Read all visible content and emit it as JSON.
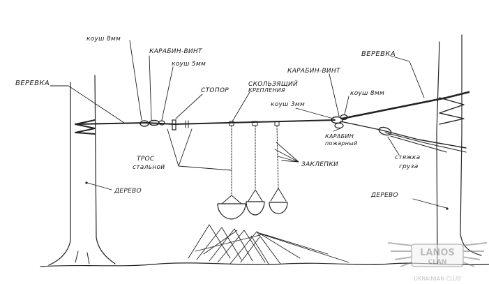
{
  "labels": {
    "koush_8mm_left": "коуш 8мм",
    "karabin_vint_left": "КАРАБИН-ВИНТ",
    "koush_5mm": "коуш 5мм",
    "verevka_left": "ВЕРЕВКА",
    "stopor": "СТОПОР",
    "skolzyaschiy_line1": "СКОЛЬЗЯЩИЙ",
    "skolzyaschiy_line2": "КРЕПЛЕНИЯ",
    "karabin_vint_right": "КАРАБИН-ВИНТ",
    "verevka_right": "ВЕРЕВКА",
    "koush_3mm": "коуш 3мм",
    "koush_8mm_right": "коуш 8мм",
    "karabin_line1": "КАРАБИН",
    "karabin_line2": "пожарный",
    "tros_line1": "ТРОС",
    "tros_line2": "стальной",
    "zaklepki": "ЗАКЛЕПКИ",
    "stjazhka_line1": "стяжка",
    "stjazhka_line2": "груза",
    "derevo_left": "ДЕРЕВО",
    "derevo_right": "ДЕРЕВО"
  },
  "logo": {
    "name": "LANOS",
    "sub": "CLAN",
    "tagline": "UKRAINIAN CLUB"
  }
}
